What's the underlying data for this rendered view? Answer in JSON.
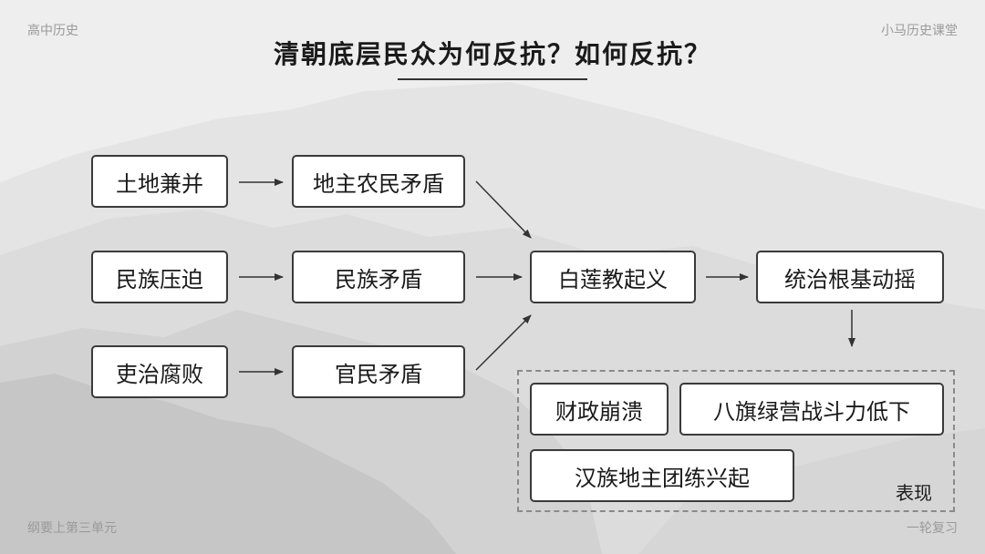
{
  "corners": {
    "top_left": "高中历史",
    "top_right": "小马历史课堂",
    "bottom_left": "纲要上第三单元",
    "bottom_right": "一轮复习"
  },
  "title": "清朝底层民众为何反抗？如何反抗？",
  "causes": [
    "土地兼并",
    "民族压迫",
    "吏治腐败"
  ],
  "contradictions": [
    "地主农民矛盾",
    "民族矛盾",
    "官民矛盾"
  ],
  "event": "白莲教起义",
  "result": "统治根基动摇",
  "manifestations": [
    "财政崩溃",
    "八旗绿营战斗力低下",
    "汉族地主团练兴起"
  ],
  "manifestations_label": "表现"
}
